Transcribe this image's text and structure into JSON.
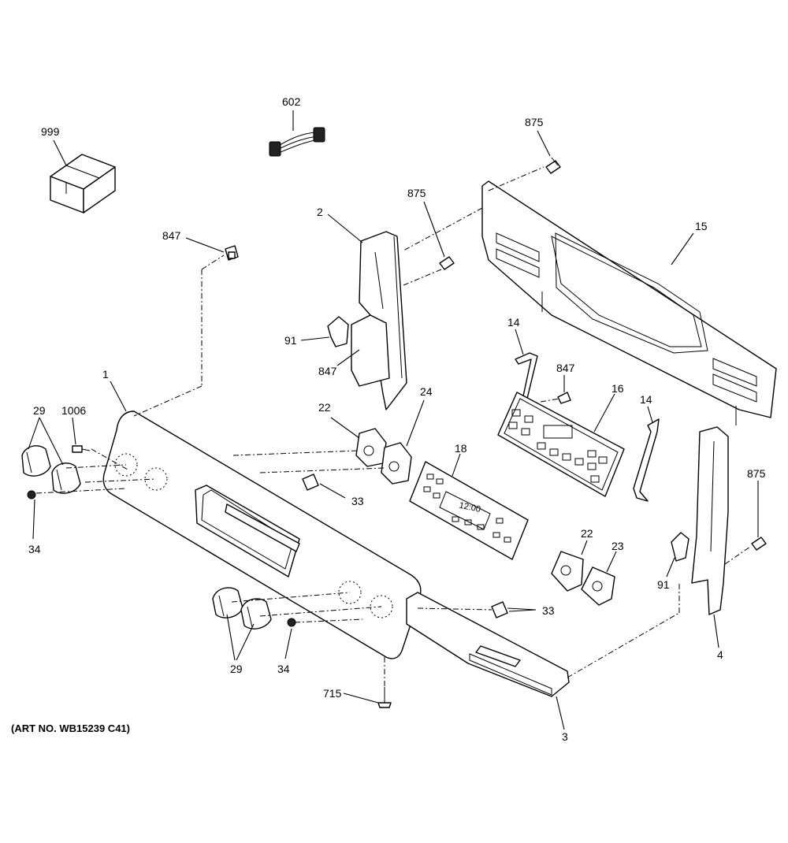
{
  "diagram": {
    "art_number": "(ART NO. WB15239 C41)",
    "display_time": "12:00",
    "callouts": {
      "c999": "999",
      "c602": "602",
      "c875_top": "875",
      "c875_mid": "875",
      "c875_right": "875",
      "c847_left": "847",
      "c847_mid": "847",
      "c847_right": "847",
      "c2": "2",
      "c15": "15",
      "c91_left": "91",
      "c91_right": "91",
      "c14_left": "14",
      "c14_right": "14",
      "c16": "16",
      "c1": "1",
      "c29_top": "29",
      "c29_bottom": "29",
      "c1006": "1006",
      "c22_top": "22",
      "c22_bottom": "22",
      "c24": "24",
      "c18": "18",
      "c33_top": "33",
      "c33_bottom": "33",
      "c34_left": "34",
      "c34_bottom": "34",
      "c23": "23",
      "c4": "4",
      "c3": "3",
      "c715": "715"
    }
  }
}
